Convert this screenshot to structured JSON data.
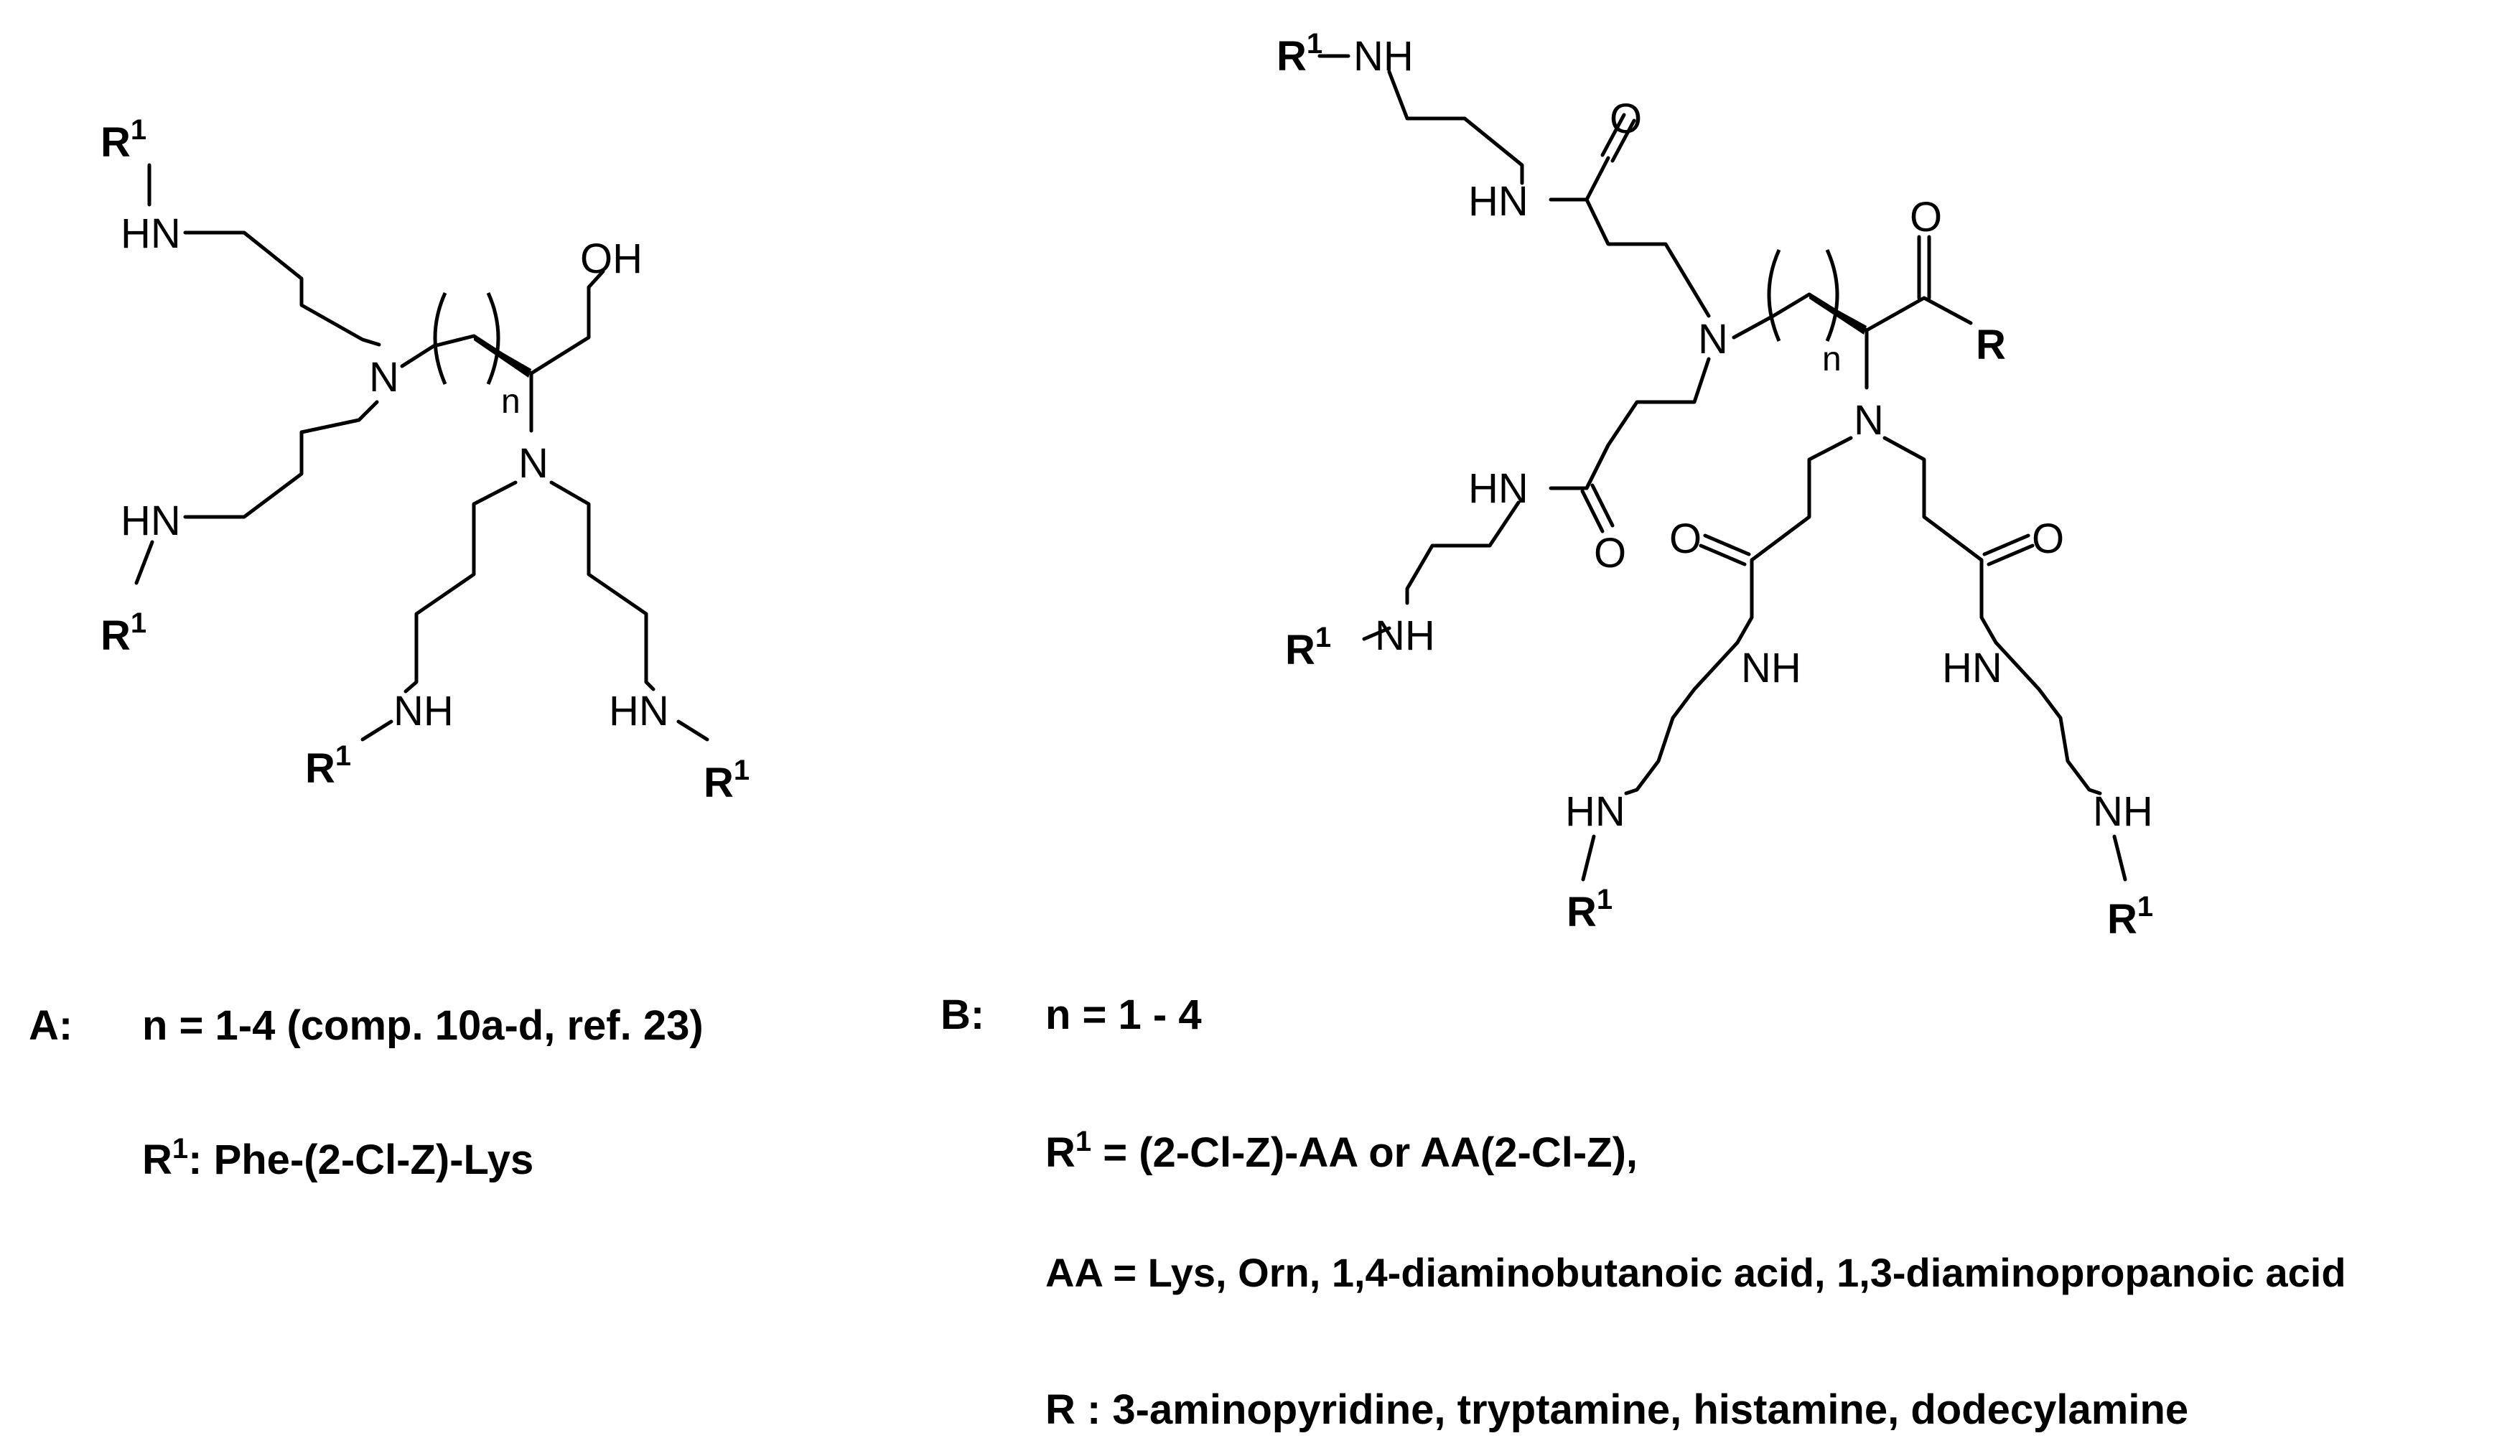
{
  "structure_a": {
    "atoms": {
      "n_tertiary_1": "N",
      "n_tertiary_2": "N",
      "amine_1": "HN",
      "amine_2": "HN",
      "amine_3": "NH",
      "amine_4": "HN",
      "hydroxyl": "OH",
      "repeat_index": "n"
    },
    "r1_label": "R",
    "r1_superscript": "1"
  },
  "structure_b": {
    "atoms": {
      "amine_top": "NH",
      "amide_nh_1": "HN",
      "amide_nh_2": "HN",
      "amine_left": "NH",
      "amide_nh_3": "NH",
      "amide_nh_4": "HN",
      "amine_bottom_left": "HN",
      "amine_bottom_right": "NH",
      "n_tertiary_1": "N",
      "n_tertiary_2": "N",
      "oxygen_1": "O",
      "oxygen_2": "O",
      "oxygen_3": "O",
      "oxygen_4": "O",
      "oxygen_5": "O",
      "repeat_index": "n",
      "r_group": "R"
    },
    "r1_label": "R",
    "r1_superscript": "1"
  },
  "captions": {
    "a_label": "A:",
    "a_n": "n = 1-4 (comp. 10a-d, ref. 23)",
    "a_r1_prefix": "R",
    "a_r1_sup": "1",
    "a_r1_text": ": Phe-(2-Cl-Z)-Lys",
    "b_label": "B:",
    "b_n": "n = 1 - 4",
    "b_r1_prefix": "R",
    "b_r1_sup": "1",
    "b_r1_text": " = (2-Cl-Z)-AA or AA(2-Cl-Z),",
    "b_aa": "AA = Lys, Orn, 1,4-diaminobutanoic acid, 1,3-diaminopropanoic acid",
    "b_r": "R : 3-aminopyridine, tryptamine, histamine, dodecylamine"
  }
}
